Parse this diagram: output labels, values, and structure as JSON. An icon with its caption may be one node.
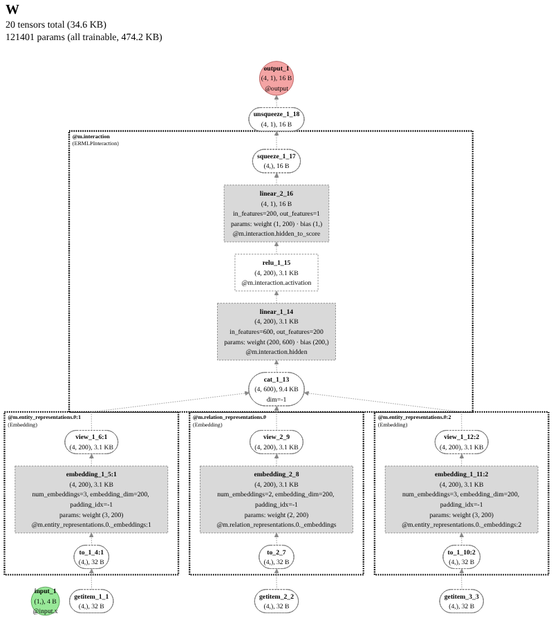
{
  "diagram": {
    "title": "W",
    "nodes": [
      {
        "text": [
          "output_1",
          "(4, 1), 16 B",
          "@output"
        ]
      },
      {
        "text": [
          "input_1",
          "(1,), 4 B",
          "@input.x"
        ]
      },
      {
        "text": [
          "unsqueeze_1_18",
          "(4, 1), 16 B"
        ]
      },
      {
        "text": [
          "@m.interaction",
          "(ERMLPInteraction)"
        ]
      },
      {
        "text": [
          "squeeze_1_17",
          "(4,), 16 B"
        ],
        "in": 3
      },
      {
        "text": [
          "linear_2_16",
          "(4, 1), 16 B",
          "in_features=200, out_features=1",
          "params: weight (1, 200) · bias (1,)",
          "@m.interaction.hidden_to_score"
        ],
        "in": 3
      },
      {
        "text": [
          "relu_1_15",
          "(4, 200), 3.1 KB",
          "@m.interaction.activation"
        ],
        "in": 3
      },
      {
        "text": [
          "linear_1_14",
          "(4, 200), 3.1 KB",
          "in_features=600, out_features=200",
          "params: weight (200, 600) · bias (200,)",
          "@m.interaction.hidden"
        ],
        "in": 3
      },
      {
        "text": [
          "cat_1_13",
          "(4, 600), 9.4 KB",
          "dim=-1"
        ],
        "in": 3
      },
      {
        "text": [
          "@m.entity_representations.0:1",
          "(Embedding)"
        ]
      },
      {
        "text": [
          "view_1_6:1",
          "(4, 200), 3.1 KB"
        ],
        "in": 9
      },
      {
        "text": [
          "embedding_1_5:1",
          "(4, 200), 3.1 KB",
          "num_embeddings=3, embedding_dim=200, padding_idx=-1",
          "params: weight (3, 200)",
          "@m.entity_representations.0._embeddings:1"
        ],
        "in": 9
      },
      {
        "text": [
          "to_1_4:1",
          "(4,), 32 B"
        ],
        "in": 9
      },
      {
        "text": [
          "@m.relation_representations.0",
          "(Embedding)"
        ]
      },
      {
        "text": [
          "view_2_9",
          "(4, 200), 3.1 KB"
        ],
        "in": 13
      },
      {
        "text": [
          "embedding_2_8",
          "(4, 200), 3.1 KB",
          "num_embeddings=2, embedding_dim=200, padding_idx=-1",
          "params: weight (2, 200)",
          "@m.relation_representations.0._embeddings"
        ],
        "in": 13
      },
      {
        "text": [
          "to_2_7",
          "(4,), 32 B"
        ],
        "in": 13
      },
      {
        "text": [
          "@m.entity_representations.0:2",
          "(Embedding)"
        ]
      },
      {
        "text": [
          "view_1_12:2",
          "(4, 200), 3.1 KB"
        ],
        "in": 17
      },
      {
        "text": [
          "embedding_1_11:2",
          "(4, 200), 3.1 KB",
          "num_embeddings=3, embedding_dim=200, padding_idx=-1",
          "params: weight (3, 200)",
          "@m.entity_representations.0._embeddings:2"
        ],
        "in": 17
      },
      {
        "text": [
          "to_1_10:2",
          "(4,), 32 B"
        ],
        "in": 17
      },
      {
        "text": [
          "getitem_1_1",
          "(4,), 32 B"
        ]
      },
      {
        "text": [
          "getitem_2_2",
          "(4,), 32 B"
        ]
      },
      {
        "text": [
          "getitem_3_3",
          "(4,), 32 B"
        ]
      }
    ],
    "edges": [
      {
        "from": 2,
        "to": 0,
        "arrow": "to",
        "style": "dashed"
      },
      {
        "from": 4,
        "to": 2,
        "arrow": "to",
        "style": "dashed"
      },
      {
        "from": 5,
        "to": 4,
        "arrow": "to",
        "style": "dashed"
      },
      {
        "from": 6,
        "to": 5,
        "arrow": "to",
        "style": "dashed"
      },
      {
        "from": 7,
        "to": 6,
        "arrow": "to",
        "style": "dashed"
      },
      {
        "from": 8,
        "to": 7,
        "arrow": "to",
        "style": "dashed"
      },
      {
        "from": 10,
        "to": 8,
        "arrow": "to",
        "style": "dashed"
      },
      {
        "from": 14,
        "to": 8,
        "arrow": "to",
        "style": "dashed"
      },
      {
        "from": 18,
        "to": 8,
        "arrow": "to",
        "style": "dashed"
      },
      {
        "from": 11,
        "to": 10,
        "arrow": "to",
        "style": "dashed"
      },
      {
        "from": 15,
        "to": 14,
        "arrow": "to",
        "style": "dashed"
      },
      {
        "from": 19,
        "to": 18,
        "arrow": "to",
        "style": "dashed"
      },
      {
        "from": 12,
        "to": 11,
        "arrow": "to",
        "style": "dashed"
      },
      {
        "from": 16,
        "to": 15,
        "arrow": "to",
        "style": "dashed"
      },
      {
        "from": 20,
        "to": 19,
        "arrow": "to",
        "style": "dashed"
      },
      {
        "from": 21,
        "to": 12,
        "arrow": "to",
        "style": "dashed"
      },
      {
        "from": 22,
        "to": 16,
        "arrow": "to",
        "style": "dashed"
      },
      {
        "from": 23,
        "to": 20,
        "arrow": "to",
        "style": "dashed"
      }
    ],
    "labels": [
      "20 tensors total (34.6 KB)",
      "121401 params (all trainable, 474.2 KB)"
    ]
  }
}
